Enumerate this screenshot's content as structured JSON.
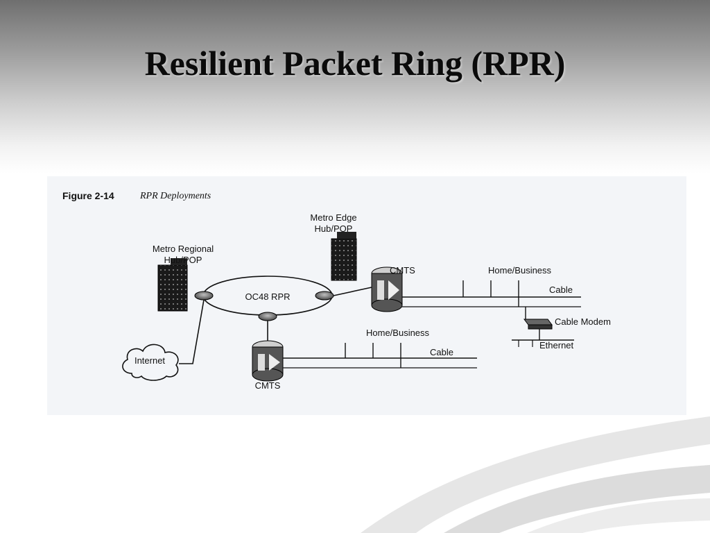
{
  "slide": {
    "title": "Resilient Packet Ring (RPR)"
  },
  "figure": {
    "number": "Figure 2-14",
    "caption": "RPR Deployments"
  },
  "nodes": {
    "metro_regional": [
      "Metro Regional",
      "Hub/POP"
    ],
    "metro_edge": [
      "Metro Edge",
      "Hub/POP"
    ],
    "ring": "OC48 RPR",
    "cmts_top": "CMTS",
    "cmts_bottom": "CMTS",
    "home_business_top": "Home/Business",
    "home_business_bottom": "Home/Business",
    "cable_top": "Cable",
    "cable_bottom": "Cable",
    "cable_modem": "Cable Modem",
    "ethernet": "Ethernet",
    "internet": "Internet"
  },
  "colors": {
    "figure_bg": "#f3f5f8",
    "ink": "#111111",
    "title": "#0b0b0b"
  }
}
